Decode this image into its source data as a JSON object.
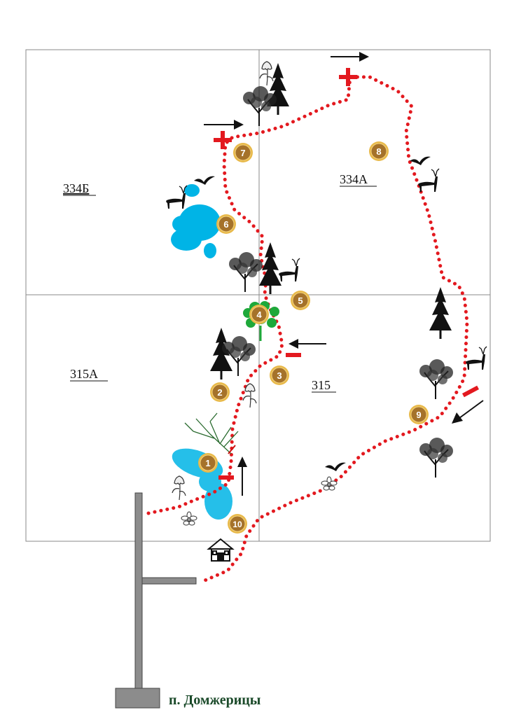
{
  "map": {
    "blocks": [
      {
        "id": "334b",
        "label": "334Б"
      },
      {
        "id": "334a",
        "label": "334А"
      },
      {
        "id": "315a",
        "label": "315А"
      },
      {
        "id": "315",
        "label": "315"
      }
    ],
    "village": "п. Домжерицы",
    "stops": [
      "1",
      "2",
      "3",
      "4",
      "5",
      "6",
      "7",
      "8",
      "9",
      "10"
    ],
    "colors": {
      "trail": "#e3191f",
      "water": "#00b4e6",
      "stop_fill": "#a5722a",
      "stop_ring": "#e8b94a",
      "road": "#8c8c8c",
      "grid": "#8a8a8a"
    },
    "icons": [
      "conifer-icon",
      "deciduous-tree-icon",
      "shrub-icon",
      "bluebell-icon",
      "daisy-icon",
      "bird-icon",
      "deer-icon",
      "house-icon",
      "arrow-icon",
      "plus-marker-icon",
      "minus-marker-icon"
    ]
  }
}
